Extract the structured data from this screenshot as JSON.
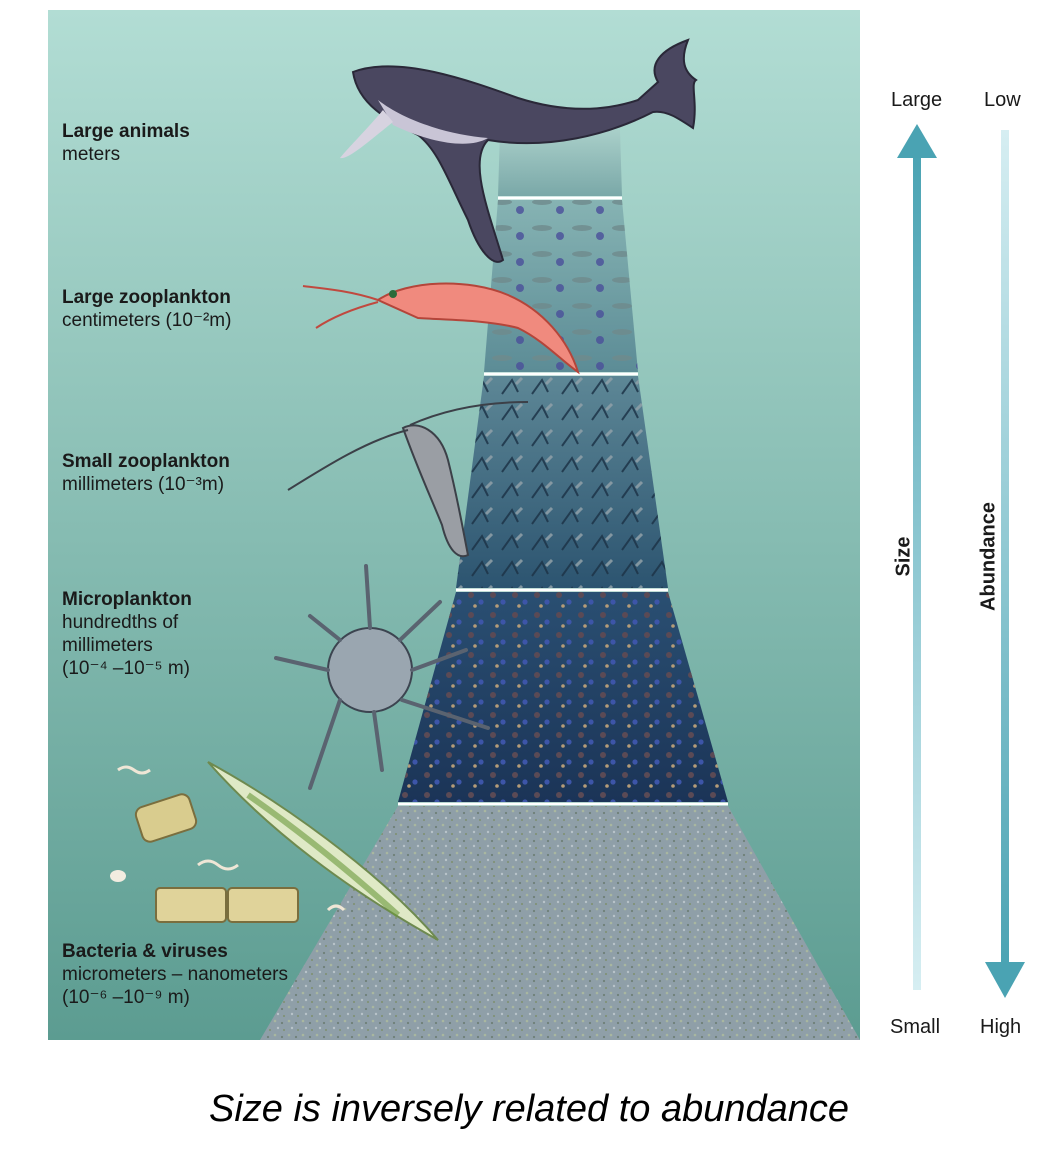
{
  "tiers": [
    {
      "title": "Large animals",
      "sub": [
        "meters"
      ]
    },
    {
      "title": "Large zooplankton",
      "sub": [
        "centimeters (10⁻²m)"
      ]
    },
    {
      "title": "Small zooplankton",
      "sub": [
        "millimeters (10⁻³m)"
      ]
    },
    {
      "title": "Microplankton",
      "sub": [
        "hundredths of",
        "millimeters",
        "(10⁻⁴ –10⁻⁵ m)"
      ]
    },
    {
      "title": "Bacteria & viruses",
      "sub": [
        "micrometers – nanometers",
        "(10⁻⁶ –10⁻⁹ m)"
      ]
    }
  ],
  "size_axis": {
    "label": "Size",
    "top": "Large",
    "bottom": "Small",
    "direction": "up"
  },
  "abundance_axis": {
    "label": "Abundance",
    "top": "Low",
    "bottom": "High",
    "direction": "down"
  },
  "caption": "Size is inversely related to abundance",
  "colors": {
    "water_top": "#a6d4cb",
    "water_bottom": "#5e9e93",
    "arrow": "#4aa3b3",
    "pyramid_dark": "#1f3f66",
    "pyramid_light": "#8aa0ae"
  }
}
